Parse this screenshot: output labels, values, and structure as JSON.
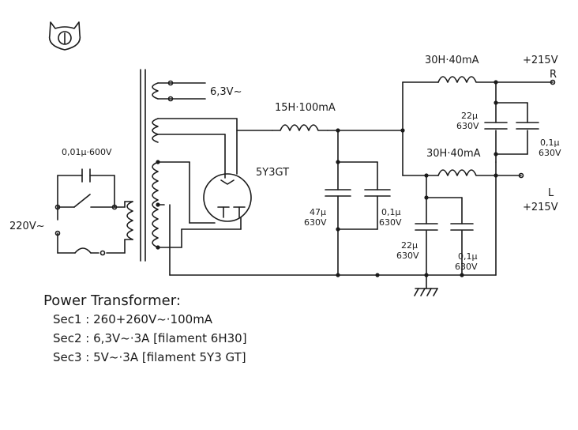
{
  "schematic": {
    "secondary1_label": "6,3V~",
    "choke1_label": "15H·100mA",
    "choke_r_label": "30H·40mA",
    "choke_l_label": "30H·40mA",
    "out_r_voltage": "+215V",
    "out_r_channel": "R",
    "out_l_voltage": "+215V",
    "out_l_channel": "L",
    "tube_label": "5Y3GT",
    "mains_label": "220V~",
    "cap_mains_label": "0,01µ·600V",
    "c1": {
      "value": "47µ",
      "voltage": "630V"
    },
    "c2": {
      "value": "0,1µ",
      "voltage": "630V"
    },
    "c3": {
      "value": "22µ",
      "voltage": "630V"
    },
    "c4": {
      "value": "0,1µ",
      "voltage": "630V"
    },
    "c5": {
      "value": "22µ",
      "voltage": "630V"
    },
    "c6": {
      "value": "0,1µ",
      "voltage": "630V"
    }
  },
  "notes": {
    "title": "Power Transformer:",
    "lines": [
      "Sec1 : 260+260V~·100mA",
      "Sec2 : 6,3V~·3A [filament 6H30]",
      "Sec3 : 5V~·3A [filament 5Y3 GT]"
    ]
  }
}
